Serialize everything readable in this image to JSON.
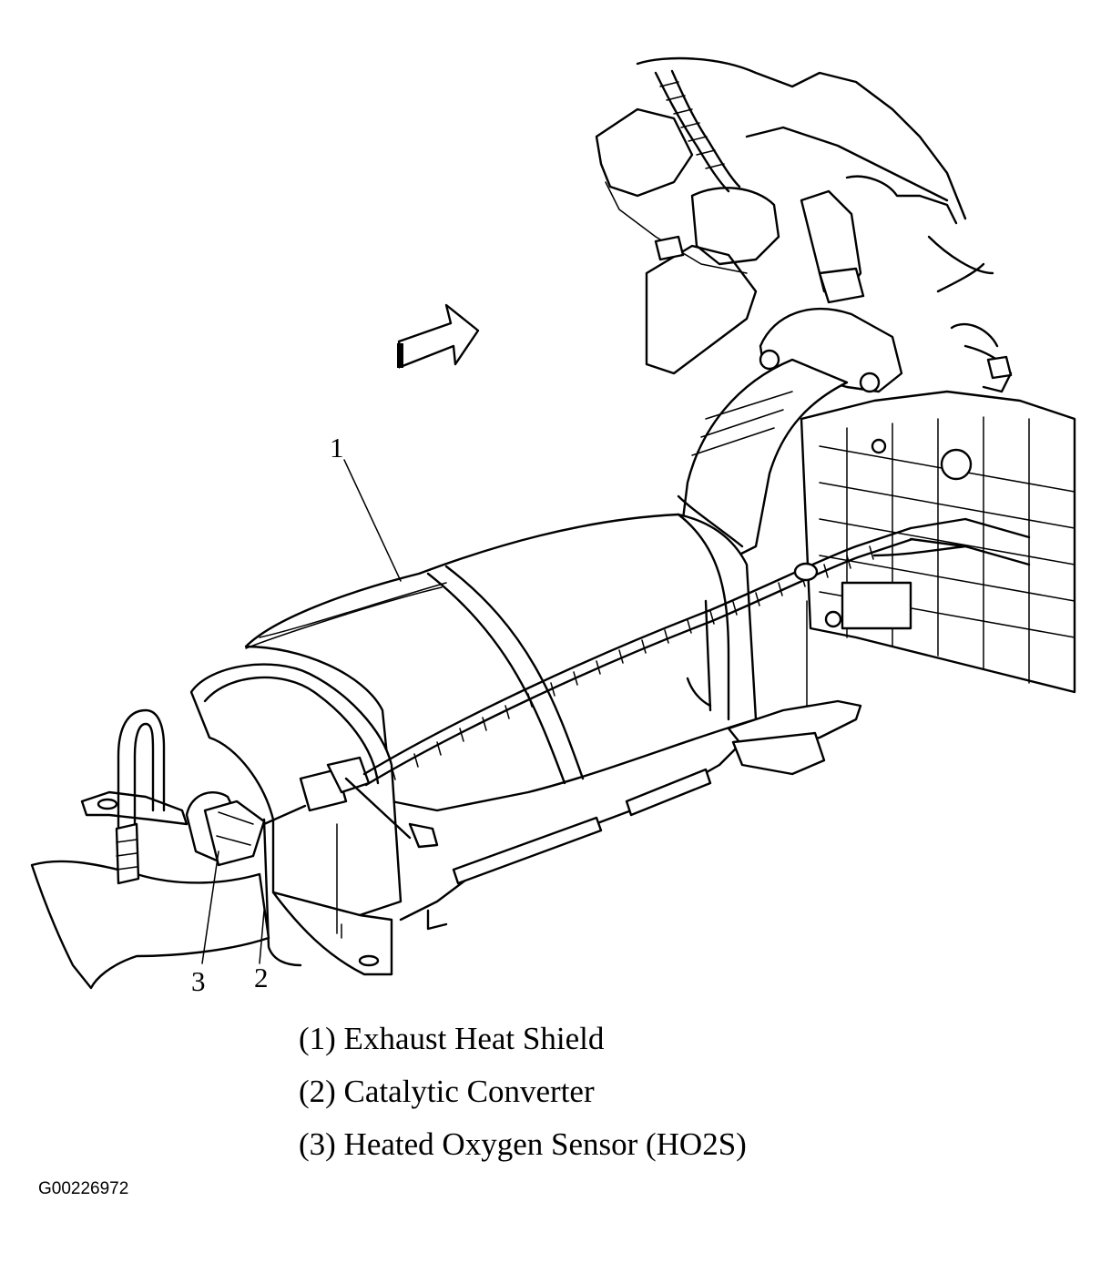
{
  "callouts": [
    {
      "number": "1",
      "label": "Exhaust Heat Shield"
    },
    {
      "number": "2",
      "label": "Catalytic Converter"
    },
    {
      "number": "3",
      "label": "Heated Oxygen Sensor (HO2S)"
    }
  ],
  "legend": [
    "(1) Exhaust Heat Shield",
    "(2) Catalytic Converter",
    "(3) Heated Oxygen Sensor (HO2S)"
  ],
  "figure_id": "G00226972"
}
